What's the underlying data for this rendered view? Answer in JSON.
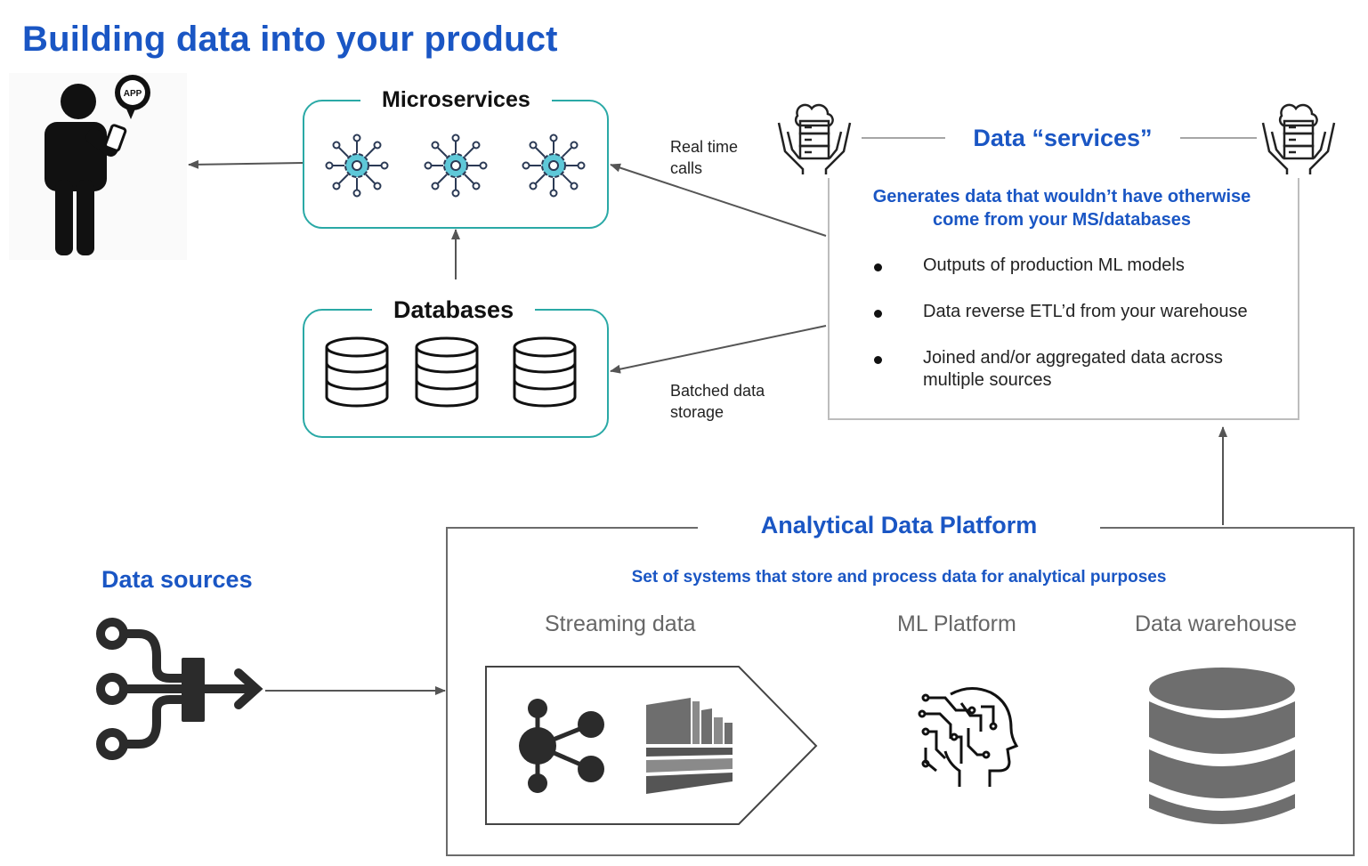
{
  "title": "Building data into your product",
  "user": {
    "app_badge": "APP"
  },
  "microservices": {
    "label": "Microservices"
  },
  "databases": {
    "label": "Databases"
  },
  "arrows": {
    "realtime_line1": "Real time",
    "realtime_line2": "calls",
    "batched_line1": "Batched data",
    "batched_line2": "storage"
  },
  "data_services": {
    "title": "Data “services”",
    "desc_line1": "Generates data that wouldn’t have otherwise",
    "desc_line2": "come from your MS/databases",
    "bullets": [
      {
        "line1": "Outputs of production ML models",
        "line2": ""
      },
      {
        "line1": "Data reverse ETL’d from your warehouse",
        "line2": ""
      },
      {
        "line1": "Joined and/or aggregated data across",
        "line2": "multiple sources"
      }
    ]
  },
  "data_sources": {
    "label": "Data sources"
  },
  "platform": {
    "title": "Analytical Data Platform",
    "subtitle": "Set of systems that store and process data for analytical purposes",
    "streaming_label": "Streaming data",
    "ml_label": "ML Platform",
    "warehouse_label": "Data warehouse"
  },
  "colors": {
    "accent_blue": "#1a56c4",
    "teal": "#2aa9a6",
    "gear_fill": "#5ec8d8",
    "icon_dark": "#2b2b2b"
  },
  "icons": [
    "person-with-phone-icon",
    "gear-network-icon",
    "database-outline-icon",
    "cloud-server-hands-icon",
    "merge-arrow-icon",
    "kafka-icon",
    "kinesis-icon",
    "ai-brain-icon",
    "database-solid-icon"
  ]
}
